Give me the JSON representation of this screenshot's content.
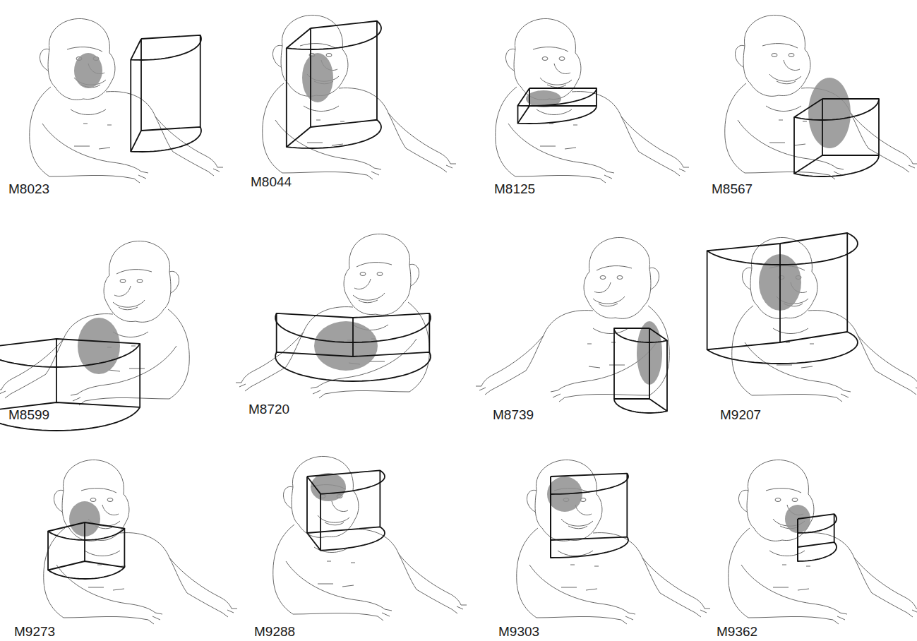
{
  "diagram": {
    "labels": [
      "M8023",
      "M8044",
      "M8125",
      "M8567",
      "M8599",
      "M8720",
      "M8739",
      "M9207",
      "M9273",
      "M9288",
      "M9303",
      "M9362"
    ]
  }
}
